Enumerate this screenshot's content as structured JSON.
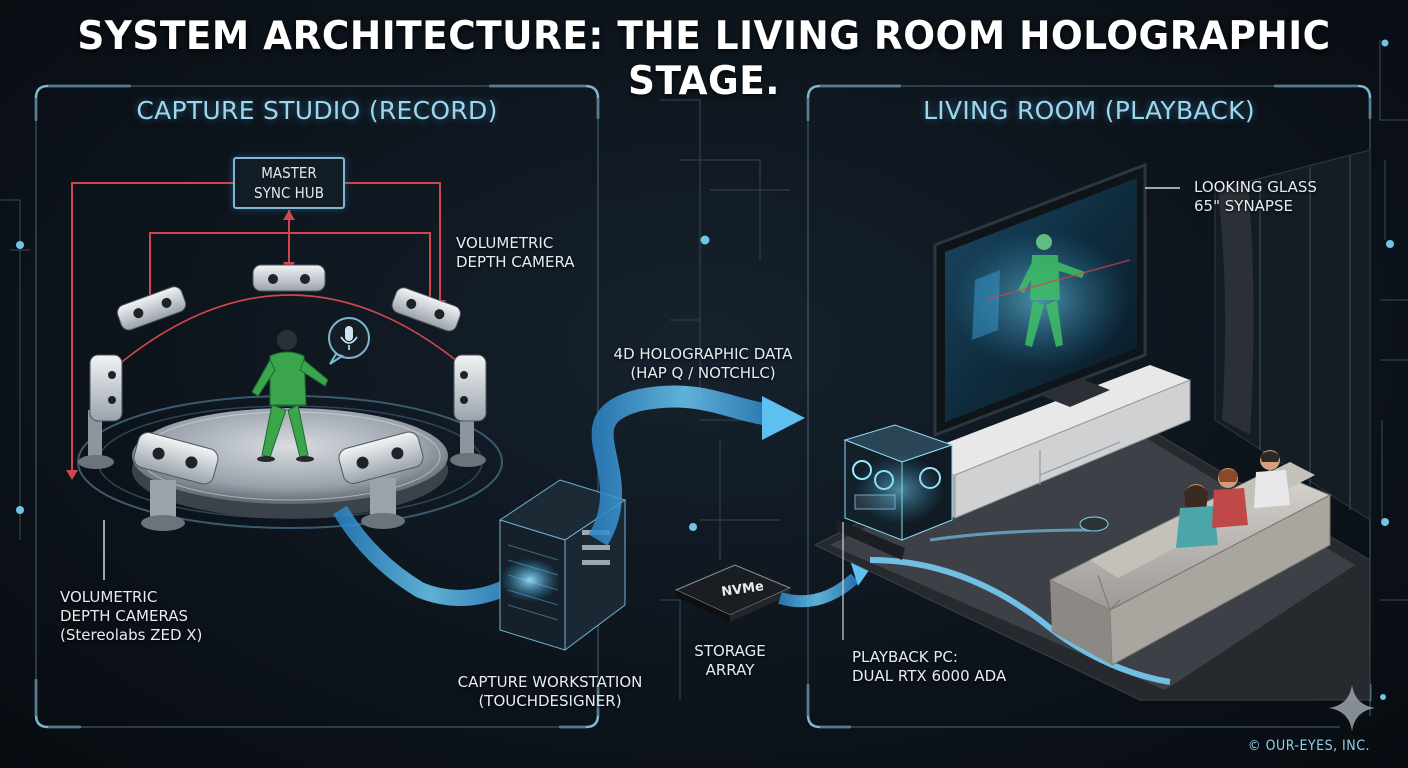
{
  "title": "SYSTEM ARCHITECTURE: THE LIVING ROOM HOLOGRAPHIC STAGE.",
  "capture_panel": {
    "title": "CAPTURE STUDIO (RECORD)",
    "sync_hub": [
      "MASTER",
      "SYNC HUB"
    ],
    "depth_camera_label": [
      "VOLUMETRIC",
      "DEPTH CAMERA"
    ],
    "depth_cameras_label": [
      "VOLUMETRIC",
      "DEPTH CAMERAS",
      "(Stereolabs ZED X)"
    ],
    "workstation_label": [
      "CAPTURE WORKSTATION",
      "(TOUCHDESIGNER)"
    ]
  },
  "data_flow": {
    "label": [
      "4D HOLOGRAPHIC DATA",
      "(HAP Q / NOTCHLC)"
    ],
    "storage_label": [
      "STORAGE",
      "ARRAY"
    ],
    "ssd_text": "NVMe"
  },
  "playback_panel": {
    "title": "LIVING ROOM (PLAYBACK)",
    "display_label": [
      "LOOKING GLASS",
      "65\" SYNAPSE"
    ],
    "pc_label": [
      "PLAYBACK PC:",
      "DUAL RTX 6000 ADA"
    ]
  },
  "copyright": "© OUR-EYES, INC.",
  "colors": {
    "background": "#0d141c",
    "panel_frame": "#7fb6d0",
    "flow_arrow": "#4fb3ea",
    "sync_lines": "#d0454e",
    "performer": "#3aa54a"
  }
}
